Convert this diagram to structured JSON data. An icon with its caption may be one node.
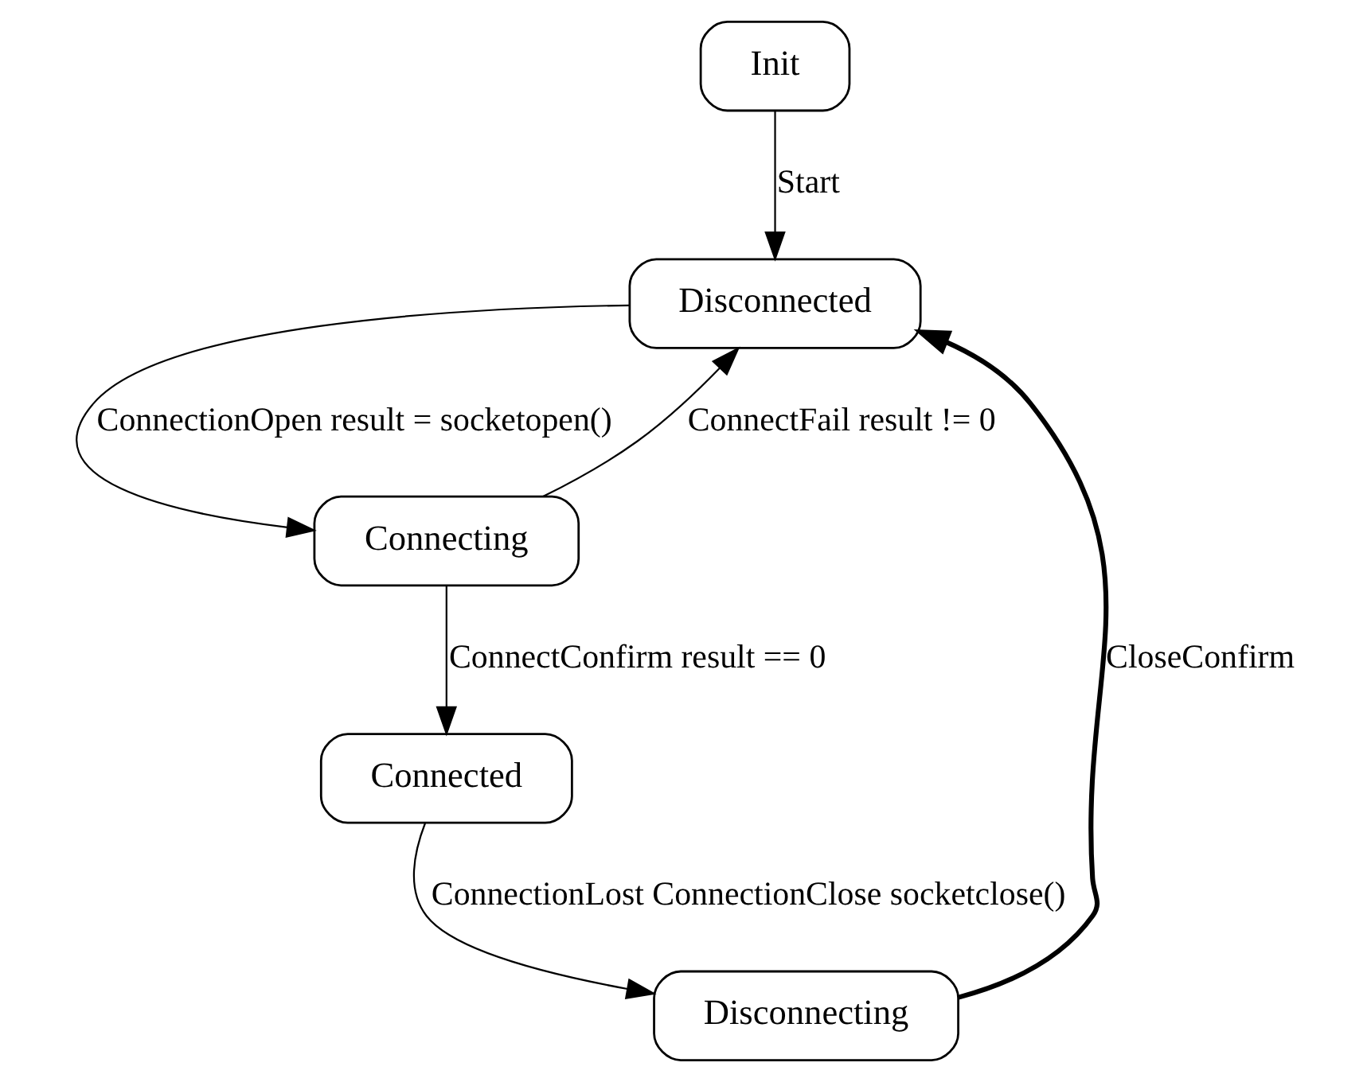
{
  "diagram": {
    "nodes": [
      {
        "text": [
          "Init"
        ]
      },
      {
        "text": [
          "Disconnected"
        ]
      },
      {
        "text": [
          "Disconnecting"
        ]
      },
      {
        "text": [
          "Connecting"
        ]
      },
      {
        "text": [
          "Connected"
        ]
      }
    ],
    "edges": [
      {
        "from": 0,
        "to": 1,
        "arrow": "to",
        "label": "Start"
      },
      {
        "from": 2,
        "to": 1,
        "arrow": "to",
        "label": "CloseConfirm",
        "style": "thick"
      },
      {
        "from": 1,
        "to": 3,
        "arrow": "to",
        "label": "ConnectionOpen result = socketopen()"
      },
      {
        "from": 3,
        "to": 1,
        "arrow": "to",
        "label": "ConnectFail result != 0"
      },
      {
        "from": 3,
        "to": 4,
        "arrow": "to",
        "label": "ConnectConfirm result == 0"
      },
      {
        "from": 4,
        "to": 2,
        "arrow": "to",
        "label": "ConnectionLost ConnectionClose socketclose()"
      }
    ]
  }
}
